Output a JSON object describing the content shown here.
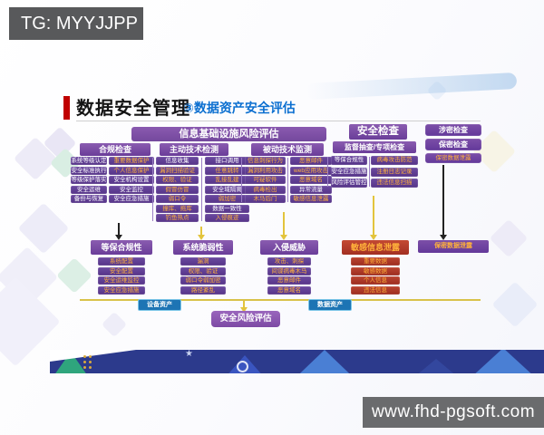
{
  "overlay": {
    "tg_label": "TG: MYYJJPP",
    "watermark": "www.fhd-pgsoft.com"
  },
  "header": {
    "title": "数据安全管理",
    "subtitle": "③数据资产安全评估"
  },
  "banner": {
    "label": "信息基础设施风险评估"
  },
  "top_columns": [
    {
      "title": "合规检查",
      "rows": [
        [
          {
            "t": "系统等级认定",
            "c": "w"
          },
          {
            "t": "重要数据保护",
            "c": "o"
          }
        ],
        [
          {
            "t": "安全标准执行",
            "c": "w"
          },
          {
            "t": "个人信息保护",
            "c": "o"
          }
        ],
        [
          {
            "t": "等级保护落实",
            "c": "w"
          },
          {
            "t": "安全机构设置",
            "c": "w"
          }
        ],
        [
          {
            "t": "安全运维",
            "c": "w"
          },
          {
            "t": "安全监控",
            "c": "w"
          }
        ],
        [
          {
            "t": "备份与恢复",
            "c": "w"
          },
          {
            "t": "安全应急措施",
            "c": "w"
          }
        ]
      ]
    },
    {
      "title": "主动技术检测",
      "rows": [
        [
          {
            "t": "信息收集",
            "c": "w"
          },
          {
            "t": "接口调用",
            "c": "w"
          }
        ],
        [
          {
            "t": "漏洞扫描验证",
            "c": "o"
          },
          {
            "t": "任意跳转",
            "c": "o"
          }
        ],
        [
          {
            "t": "权限、验证",
            "c": "o"
          },
          {
            "t": "乱接乱建",
            "c": "o"
          }
        ],
        [
          {
            "t": "假冒仿冒",
            "c": "o"
          },
          {
            "t": "安全域隔离",
            "c": "w"
          }
        ],
        [
          {
            "t": "弱口令",
            "c": "o"
          },
          {
            "t": "弱加密",
            "c": "o"
          }
        ],
        [
          {
            "t": "撞库、拖库",
            "c": "o"
          },
          {
            "t": "数据一致性",
            "c": "w"
          }
        ],
        [
          {
            "t": "钓鱼热点",
            "c": "o"
          },
          {
            "t": "入侵痕迹",
            "c": "o"
          }
        ]
      ]
    },
    {
      "title": "被动技术监测",
      "rows": [
        [
          {
            "t": "信息刺探行为",
            "c": "o"
          },
          {
            "t": "恶意邮件",
            "c": "o"
          }
        ],
        [
          {
            "t": "漏洞利用攻击",
            "c": "o"
          },
          {
            "t": "web应用攻击",
            "c": "o"
          }
        ],
        [
          {
            "t": "可疑软件",
            "c": "o"
          },
          {
            "t": "恶意域名",
            "c": "o"
          }
        ],
        [
          {
            "t": "病毒检出",
            "c": "o"
          },
          {
            "t": "异常流量",
            "c": "w"
          }
        ],
        [
          {
            "t": "木马后门",
            "c": "o"
          },
          {
            "t": "敏感信息泄露",
            "c": "o"
          }
        ]
      ]
    },
    {
      "title": "安全检查",
      "subtitle": "监督抽查/专项检查",
      "rows": [
        [
          {
            "t": "等保合规性",
            "c": "w"
          },
          {
            "t": "病毒攻击防范",
            "c": "o"
          }
        ],
        [
          {
            "t": "安全应急措施",
            "c": "w"
          },
          {
            "t": "注册日志记录",
            "c": "o"
          }
        ],
        [
          {
            "t": "风险评估管控",
            "c": "w"
          },
          {
            "t": "违法信息扫描",
            "c": "o"
          }
        ]
      ]
    }
  ],
  "secrecy_stack": [
    {
      "t": "涉密检查",
      "c": "w"
    },
    {
      "t": "保密检查",
      "c": "w"
    },
    {
      "t": "保密数据泄露",
      "c": "o"
    }
  ],
  "bottom_columns": [
    {
      "title": "等保合规性",
      "items": [
        {
          "t": "系统配置",
          "c": "o"
        },
        {
          "t": "安全配置",
          "c": "o"
        },
        {
          "t": "安全运维监控",
          "c": "o"
        },
        {
          "t": "安全应急措施",
          "c": "o"
        }
      ]
    },
    {
      "title": "系统脆弱性",
      "items": [
        {
          "t": "漏洞",
          "c": "o"
        },
        {
          "t": "权限、验证",
          "c": "o"
        },
        {
          "t": "弱口令弱加密",
          "c": "o"
        },
        {
          "t": "路径紊乱",
          "c": "o"
        }
      ]
    },
    {
      "title": "入侵威胁",
      "items": [
        {
          "t": "攻击、刺探",
          "c": "o"
        },
        {
          "t": "间谍病毒木马",
          "c": "o"
        },
        {
          "t": "恶意邮件",
          "c": "o"
        },
        {
          "t": "恶意域名",
          "c": "o"
        }
      ]
    },
    {
      "title": "敏感信息泄露",
      "items": [
        {
          "t": "重要数据",
          "c": "o"
        },
        {
          "t": "敏感数据",
          "c": "o"
        },
        {
          "t": "个人信息",
          "c": "o"
        },
        {
          "t": "违法信息",
          "c": "o"
        }
      ]
    }
  ],
  "secret_leak_bottom": {
    "label": "保密数据泄露"
  },
  "bottom_bar": {
    "device_assets": "设备资产",
    "data_assets": "数据资产",
    "risk_assess": "安全风险评估"
  },
  "colors": {
    "purple_header": "#6a3d99",
    "purple_item": "#563488",
    "orange_text": "#ffb13b",
    "red_box": "#a22f22",
    "blue_asset": "#1d74b4",
    "yellow_arrow": "#e3c43c",
    "navy_band": "#2c3a8c",
    "title_accent_red": "#c00000",
    "subtitle_blue": "#0b6fd0"
  }
}
